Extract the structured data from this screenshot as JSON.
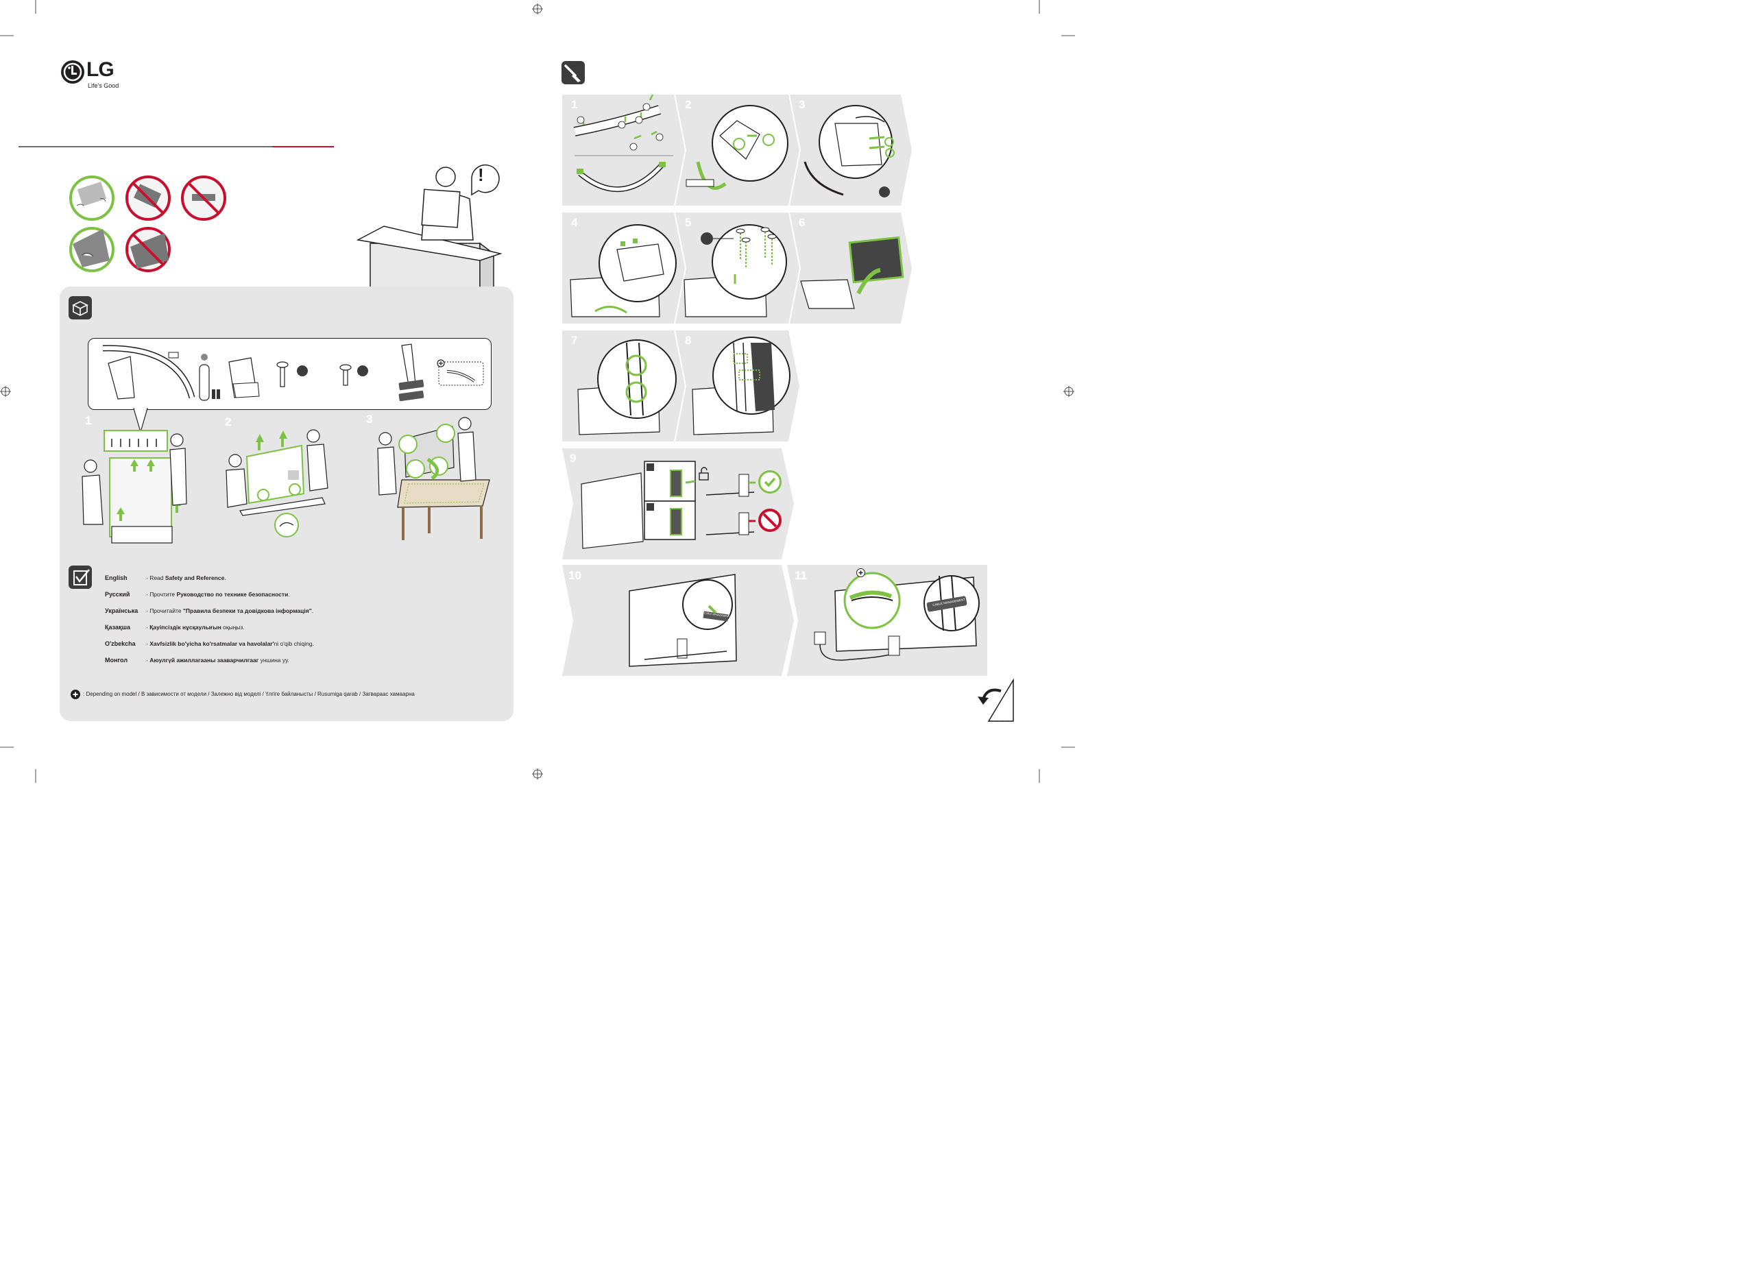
{
  "brand": {
    "name": "LG",
    "tagline": "Life's Good"
  },
  "colors": {
    "accent_green": "#7dc242",
    "accent_red": "#c8102e",
    "panel_gray": "#e6e6e7",
    "dark_gray": "#3c3c3c"
  },
  "unpack_steps": [
    "1",
    "2",
    "3"
  ],
  "assembly_steps": [
    "1",
    "2",
    "3",
    "4",
    "5",
    "6",
    "7",
    "8",
    "9",
    "10",
    "11"
  ],
  "cable_label": "CABLE MANAGEMENT",
  "reading": {
    "rows": [
      {
        "lang": "English",
        "prefix": "· Read ",
        "bold": "Safety and Reference",
        "suffix": "."
      },
      {
        "lang": "Русский",
        "prefix": "· Прочтите ",
        "bold": "Руководство по технике безопасности",
        "suffix": "."
      },
      {
        "lang": "Українська",
        "prefix": "· Прочитайте ",
        "bold": "\"Правила безпеки та довідкова інформація\"",
        "suffix": "."
      },
      {
        "lang": "Қазақша",
        "prefix": "· ",
        "bold": "Қауіпсіздік нұсқаулығын",
        "suffix": " оқыңыз."
      },
      {
        "lang": "O'zbekcha",
        "prefix": "· ",
        "bold": "Xavfsizlik bo'yicha ko'rsatmalar va havolalar'",
        "suffix": "ni  o'qib chiqing."
      },
      {
        "lang": "Монгол",
        "prefix": "· ",
        "bold": "Аюулгүй ажиллагааны зааварчилгааг",
        "suffix": " уншина уу."
      }
    ]
  },
  "footnote": ": Depending on model / В зависимости от модели / Залежно від моделі / Үлгіге байланысты / Rusumiga qarab / Загвараас хамаарна",
  "icons": {
    "logo": "lg-logo",
    "box": "box-icon",
    "tool": "screwdriver-icon",
    "read": "checklist-icon",
    "plus": "plus-circle-icon",
    "warning": "exclamation-icon",
    "lock": "unlock-icon",
    "ok": "check-icon",
    "no": "prohibited-icon",
    "turn": "turn-page-icon"
  }
}
